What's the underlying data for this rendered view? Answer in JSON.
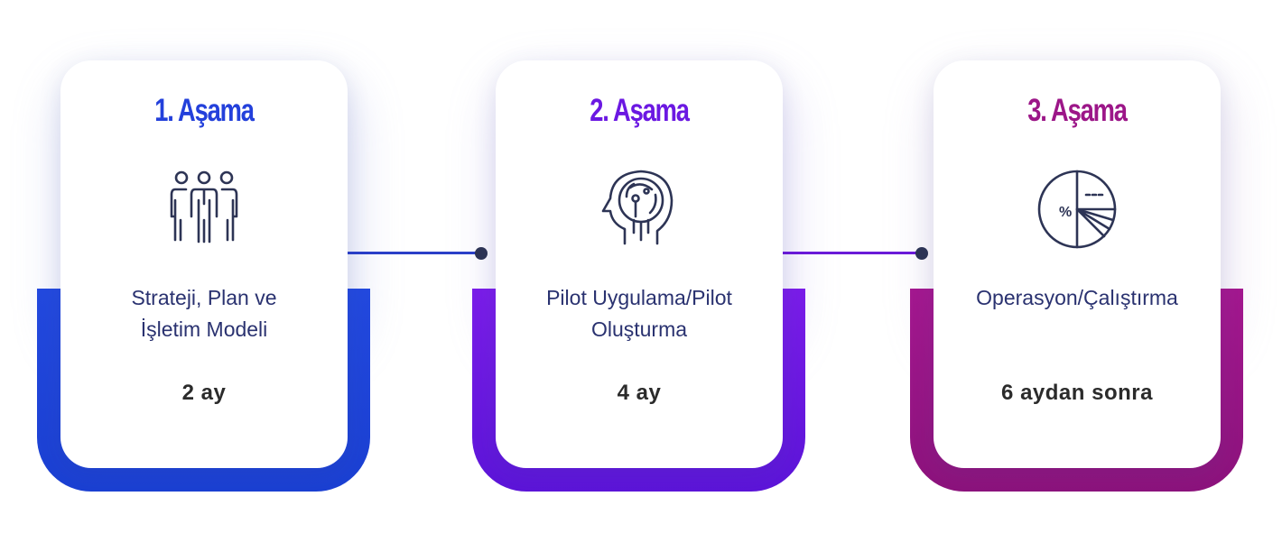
{
  "stages": [
    {
      "title": "1. Aşama",
      "icon": "people-group-icon",
      "description_line1": "Strateji, Plan ve",
      "description_line2": "İşletim Modeli",
      "duration": "2 ay",
      "color": "#2244d8",
      "base_gradient": [
        "#2148dc",
        "#1a3fd0"
      ]
    },
    {
      "title": "2. Aşama",
      "icon": "ai-head-icon",
      "description_line1": "Pilot Uygulama/Pilot",
      "description_line2": "Oluşturma",
      "duration": "4 ay",
      "color": "#6a18e0",
      "base_gradient": [
        "#7a1be8",
        "#5a14d6"
      ]
    },
    {
      "title": "3. Aşama",
      "icon": "pie-chart-icon",
      "description_line1": "Operasyon/Çalıştırma",
      "description_line2": "",
      "duration": "6 aydan sonra",
      "color": "#9e1688",
      "base_gradient": [
        "#a0168c",
        "#8a127a"
      ]
    }
  ],
  "connector_colors": [
    "#2a3fc8",
    "#6a1ad8"
  ],
  "icon_color": "#2d3455"
}
